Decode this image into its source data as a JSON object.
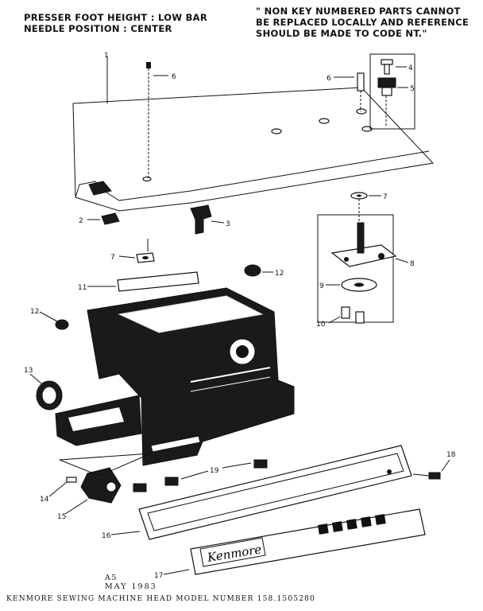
{
  "header": {
    "left_line1": "PRESSER FOOT HEIGHT : LOW BAR",
    "left_line2": "NEEDLE POSITION : CENTER",
    "right_line1": "\" NON KEY NUMBERED PARTS CANNOT",
    "right_line2": "BE REPLACED LOCALLY AND REFERENCE",
    "right_line3": "SHOULD BE MADE TO CODE NT.\""
  },
  "callouts": [
    "1",
    "6",
    "6",
    "4",
    "5",
    "2",
    "3",
    "7",
    "7",
    "8",
    "9",
    "10",
    "11",
    "12",
    "12",
    "13",
    "14",
    "15",
    "16",
    "17",
    "18",
    "19"
  ],
  "nameplate_brand": "Kenmore",
  "footer": {
    "code": "A5",
    "date": "MAY 1983",
    "title": "KENMORE SEWING MACHINE HEAD  MODEL NUMBER 158.1505280"
  },
  "colors": {
    "ink": "#111111",
    "paper": "#ffffff"
  }
}
